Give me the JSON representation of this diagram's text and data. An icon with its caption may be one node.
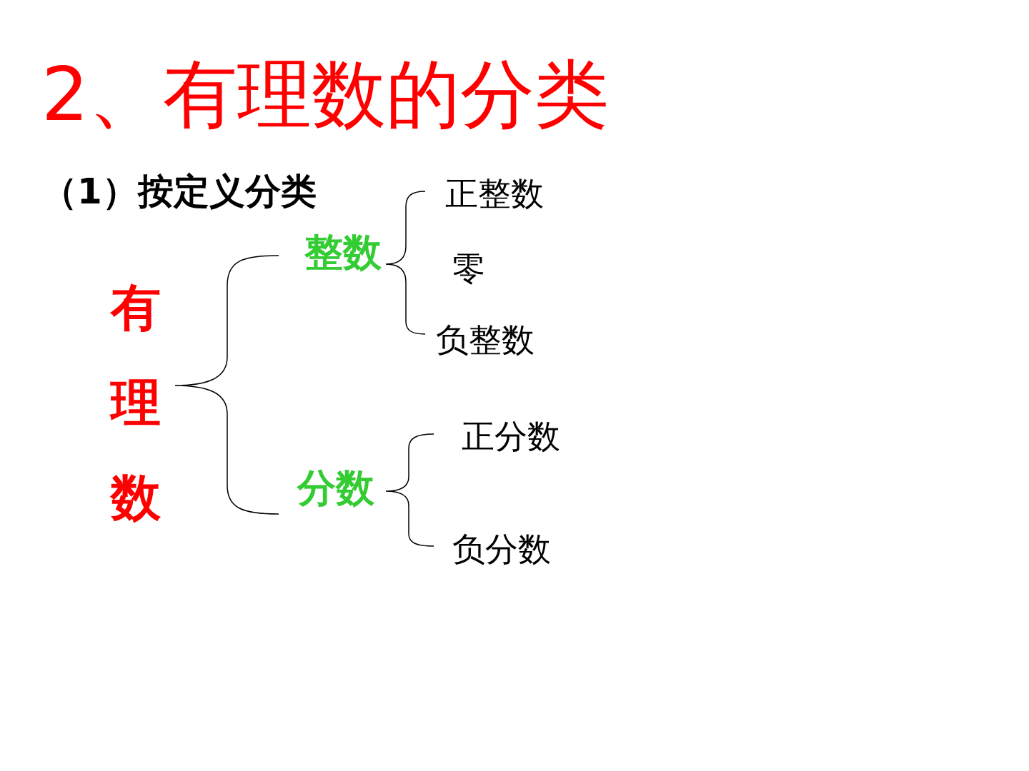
{
  "diagram": {
    "title": "2、有理数的分类",
    "nodes": [
      {
        "text": [
          "有理数"
        ]
      },
      {
        "text": [
          "整数"
        ]
      },
      {
        "text": [
          "分数"
        ]
      },
      {
        "text": [
          "正整数"
        ]
      },
      {
        "text": [
          "零"
        ]
      },
      {
        "text": [
          "负整数"
        ]
      },
      {
        "text": [
          "正分数"
        ]
      },
      {
        "text": [
          "负分数"
        ]
      }
    ],
    "labels": [
      "（1）按定义分类"
    ]
  }
}
